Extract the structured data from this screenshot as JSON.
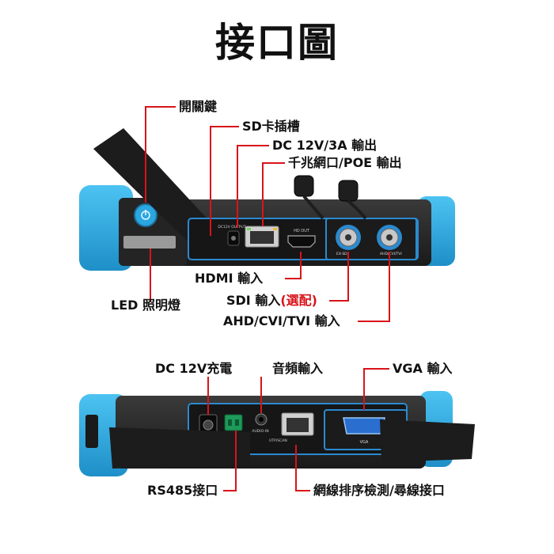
{
  "title": "接口圖",
  "top_device": {
    "labels": {
      "power": "開關鍵",
      "sd": "SD卡插槽",
      "dc_out": "DC 12V/3A 輸出",
      "lan": "千兆網口/POE 輸出",
      "hdmi": "HDMI 輸入",
      "sdi": "SDI 輸入",
      "sdi_note": "(選配)",
      "ahd": "AHD/CVI/TVI 輸入",
      "led": "LED 照明燈"
    },
    "panel_text": {
      "dc_out": "DC12V OUTPUT",
      "hd_out": "HD OUT",
      "ex_sdi": "EX-SDI",
      "ahd_cvi_tvi": "AHD/CVI/TVI"
    }
  },
  "bottom_device": {
    "labels": {
      "dc_in": "DC 12V充電",
      "audio": "音頻輸入",
      "vga": "VGA 輸入",
      "rs485": "RS485接口",
      "net": "網線排序檢測/尋線接口"
    },
    "panel_text": {
      "audio_in": "AUDIO-IN",
      "utp_scan": "UTP/SCAN",
      "vga": "VGA"
    }
  },
  "colors": {
    "accent_red": "#d8141a",
    "body_blue": "#2aa7e0",
    "device_dark": "#2b2b2b"
  }
}
